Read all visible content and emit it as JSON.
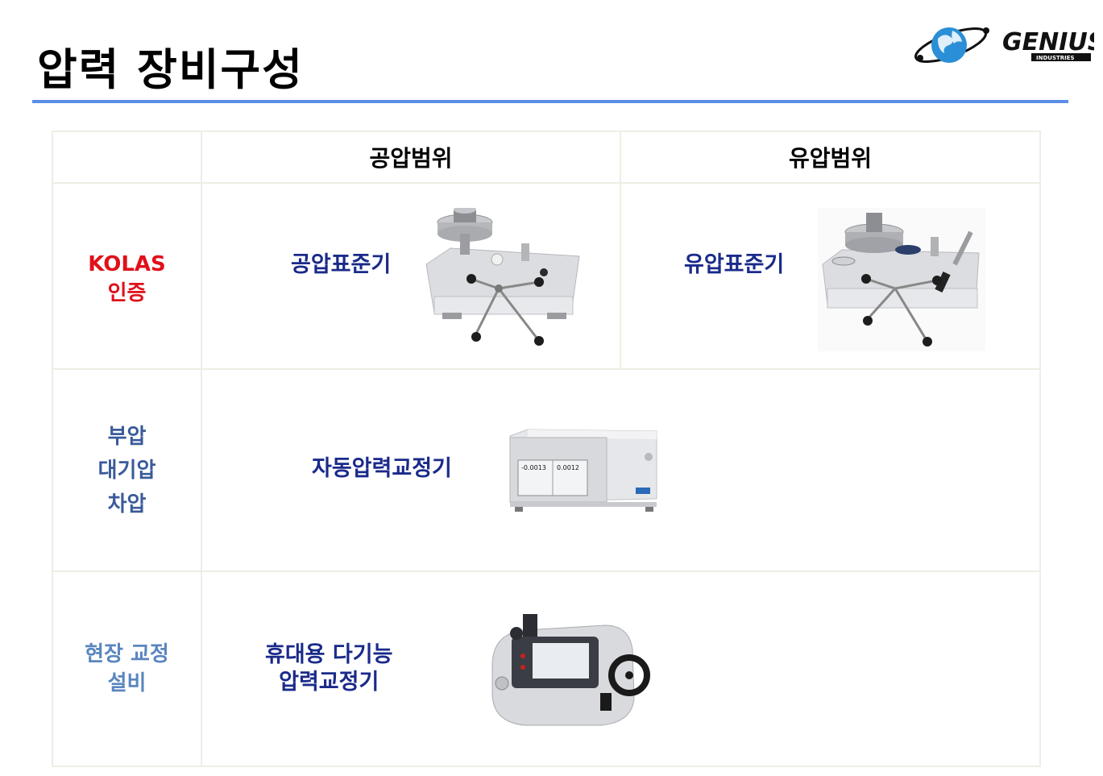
{
  "page": {
    "title": "압력 장비구성"
  },
  "logo": {
    "text": "GENIUS",
    "subtext": "INDUSTRIES"
  },
  "table": {
    "headers": [
      "",
      "공압범위",
      "유압범위"
    ],
    "rows": {
      "kolas": {
        "label": [
          "KOLAS",
          "인증"
        ],
        "pneumatic_item": "공압표준기",
        "hydraulic_item": "유압표준기"
      },
      "vacuum": {
        "label": [
          "부압",
          "대기압",
          "차압"
        ],
        "item": "자동압력교정기",
        "display": [
          "-0.0013",
          "0.0012"
        ]
      },
      "field": {
        "label": [
          "현장 교정",
          "설비"
        ],
        "item": [
          "휴대용 다기능",
          "압력교정기"
        ]
      }
    }
  },
  "colors": {
    "accent_rule": "#5b8ee6",
    "kolas": "#e0101a",
    "item_text": "#1a2a8a"
  }
}
